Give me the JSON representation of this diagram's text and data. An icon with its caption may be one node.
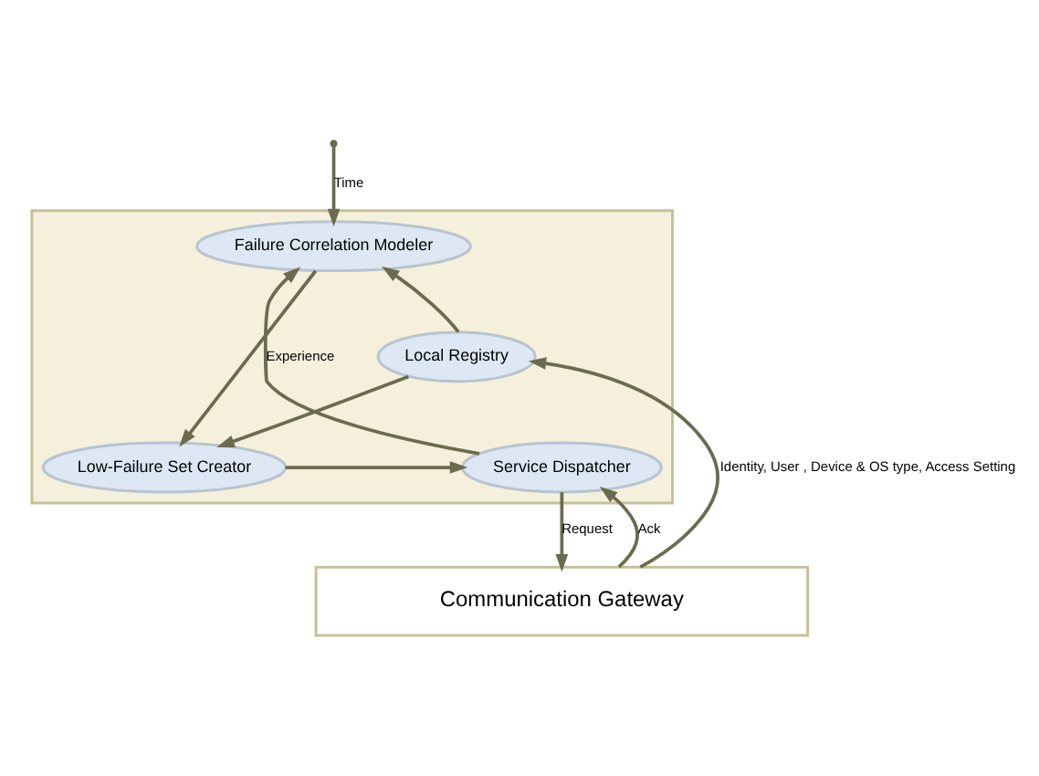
{
  "diagram": {
    "nodes": [
      {
        "text": [],
        "shape": "box"
      },
      {
        "text": [
          "Failure Correlation Modeler"
        ],
        "in": 0
      },
      {
        "text": [
          "Low-Failure Set Creator"
        ],
        "in": 0
      },
      {
        "text": [
          "Service Dispatcher"
        ],
        "in": 0
      },
      {
        "text": [
          "Local Registry"
        ],
        "in": 0
      },
      {
        "text": [
          "Communication Gateway"
        ]
      }
    ],
    "edges": [
      {
        "from": null,
        "to": 1,
        "arrow": "to",
        "label": "Time"
      },
      {
        "from": 1,
        "to": 2,
        "arrow": "to"
      },
      {
        "from": 2,
        "to": 3,
        "arrow": "to"
      },
      {
        "from": 3,
        "to": 1,
        "arrow": "to",
        "label": "Experience"
      },
      {
        "from": 4,
        "to": 1,
        "arrow": "to"
      },
      {
        "from": 4,
        "to": 2,
        "arrow": "to"
      },
      {
        "from": 5,
        "to": 4,
        "arrow": "to",
        "label": "Identity, User , Device & OS type, Access Setting"
      },
      {
        "from": 5,
        "to": 3,
        "arrow": "to",
        "label": "Ack"
      },
      {
        "from": 3,
        "to": 5,
        "arrow": "to",
        "label": "Request"
      }
    ]
  }
}
